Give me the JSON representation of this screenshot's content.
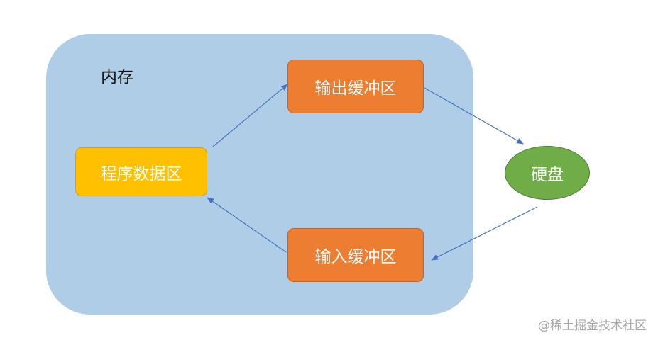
{
  "diagram": {
    "memory_label": "内存",
    "program_area_label": "程序数据区",
    "output_buffer_label": "输出缓冲区",
    "input_buffer_label": "输入缓冲区",
    "disk_label": "硬盘"
  },
  "watermark": "@稀土掘金技术社区",
  "colors": {
    "memory_bg": "#b0cde8",
    "program_area": "#ffc000",
    "buffer": "#ed7d31",
    "disk": "#70ad47",
    "arrow": "#4472c4"
  }
}
